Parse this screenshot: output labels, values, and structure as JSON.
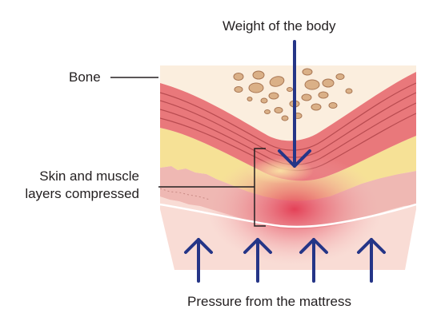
{
  "labels": {
    "top": "Weight of the body",
    "bone": "Bone",
    "layers_line1": "Skin and muscle",
    "layers_line2": "layers compressed",
    "bottom": "Pressure from the mattress"
  },
  "colors": {
    "bone_bg": "#fbeede",
    "bone_pieces": "#d9ad86",
    "muscle": "#e8787a",
    "muscle_lines": "#b84a4e",
    "fat": "#f5df95",
    "skin": "#eeb9b4",
    "lower_tissue": "#f8d8d1",
    "pressure_center": "#e44a5a",
    "arrow": "#253587",
    "line": "#231f20"
  },
  "icons": {
    "down_arrow": "arrow-down-icon",
    "up_arrows": "arrow-up-icon"
  }
}
